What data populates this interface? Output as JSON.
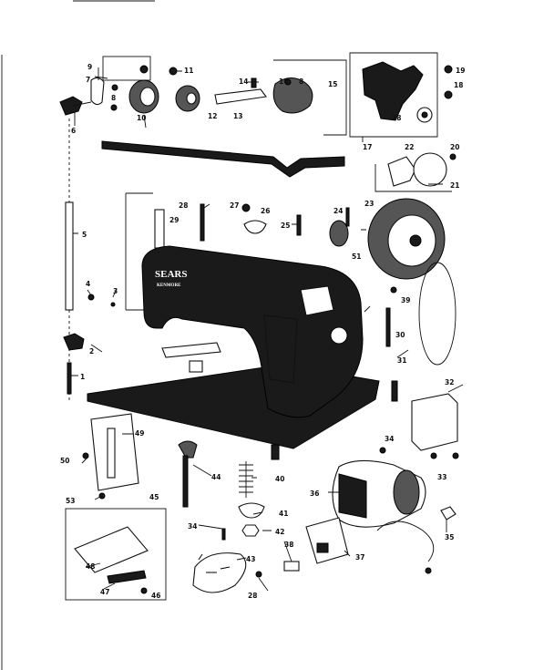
{
  "brand": {
    "line1": "SEARS",
    "line2": "KENMORE"
  },
  "labels": [
    {
      "id": "9",
      "text": "9"
    },
    {
      "id": "7",
      "text": "7"
    },
    {
      "id": "11",
      "text": "11"
    },
    {
      "id": "14",
      "text": "14"
    },
    {
      "id": "16a",
      "text": "16"
    },
    {
      "id": "8a",
      "text": "8"
    },
    {
      "id": "15",
      "text": "15"
    },
    {
      "id": "8b",
      "text": "8"
    },
    {
      "id": "10",
      "text": "10"
    },
    {
      "id": "12",
      "text": "12"
    },
    {
      "id": "13",
      "text": "13"
    },
    {
      "id": "6",
      "text": "6"
    },
    {
      "id": "19",
      "text": "19"
    },
    {
      "id": "18a",
      "text": "18"
    },
    {
      "id": "18b",
      "text": "18"
    },
    {
      "id": "17",
      "text": "17"
    },
    {
      "id": "22",
      "text": "22"
    },
    {
      "id": "20",
      "text": "20"
    },
    {
      "id": "21",
      "text": "21"
    },
    {
      "id": "28",
      "text": "28"
    },
    {
      "id": "27",
      "text": "27"
    },
    {
      "id": "26",
      "text": "26"
    },
    {
      "id": "29",
      "text": "29"
    },
    {
      "id": "24",
      "text": "24"
    },
    {
      "id": "23",
      "text": "23"
    },
    {
      "id": "25",
      "text": "25"
    },
    {
      "id": "5",
      "text": "5"
    },
    {
      "id": "51",
      "text": "51"
    },
    {
      "id": "4",
      "text": "4"
    },
    {
      "id": "3",
      "text": "3"
    },
    {
      "id": "30",
      "text": "30"
    },
    {
      "id": "2",
      "text": "2"
    },
    {
      "id": "39",
      "text": "39"
    },
    {
      "id": "31",
      "text": "31"
    },
    {
      "id": "1",
      "text": "1"
    },
    {
      "id": "32",
      "text": "32"
    },
    {
      "id": "49",
      "text": "49"
    },
    {
      "id": "34a",
      "text": "34"
    },
    {
      "id": "50",
      "text": "50"
    },
    {
      "id": "33",
      "text": "33"
    },
    {
      "id": "40",
      "text": "40"
    },
    {
      "id": "44",
      "text": "44"
    },
    {
      "id": "36",
      "text": "36"
    },
    {
      "id": "35",
      "text": "35"
    },
    {
      "id": "53",
      "text": "53"
    },
    {
      "id": "45",
      "text": "45"
    },
    {
      "id": "41",
      "text": "41"
    },
    {
      "id": "34b",
      "text": "34"
    },
    {
      "id": "42",
      "text": "42"
    },
    {
      "id": "38",
      "text": "38"
    },
    {
      "id": "43",
      "text": "43"
    },
    {
      "id": "37",
      "text": "37"
    },
    {
      "id": "48",
      "text": "48"
    },
    {
      "id": "47",
      "text": "47"
    },
    {
      "id": "46",
      "text": "46"
    },
    {
      "id": "28b",
      "text": "28"
    }
  ]
}
